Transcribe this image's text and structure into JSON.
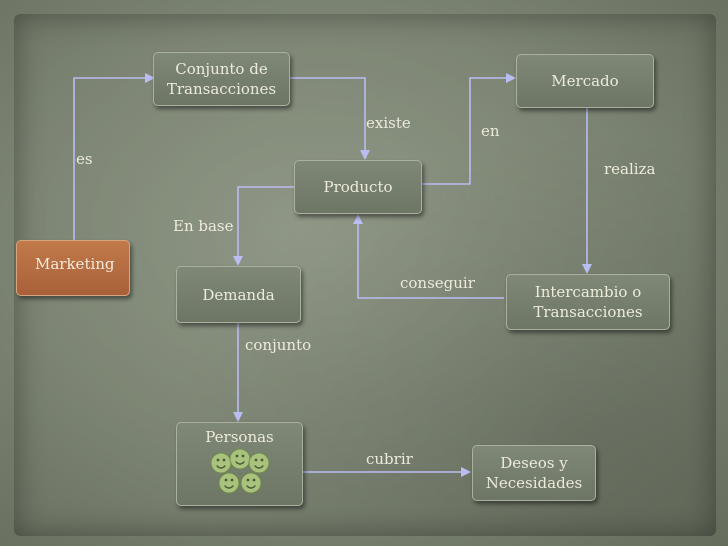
{
  "nodes": {
    "marketing": "Marketing",
    "conjunto_transacciones": {
      "line1": "Conjunto de",
      "line2": "Transacciones"
    },
    "mercado": "Mercado",
    "producto": "Producto",
    "demanda": "Demanda",
    "intercambio": {
      "line1": "Intercambio o",
      "line2": "Transacciones"
    },
    "personas": "Personas",
    "deseos": {
      "line1": "Deseos y",
      "line2": "Necesidades"
    }
  },
  "edge_labels": {
    "es": "es",
    "existe": "existe",
    "en": "en",
    "realiza": "realiza",
    "en_base": "En base",
    "conseguir": "conseguir",
    "conjunto": "conjunto",
    "cubrir": "cubrir"
  },
  "icons": {
    "people": "smiley-group-icon"
  },
  "colors": {
    "background": "#7b8372",
    "node_fill": "#76806d",
    "node_border": "#a9b0a0",
    "accent_fill": "#b56d42",
    "connector": "#b9bdf2",
    "text": "#ecebdc"
  }
}
